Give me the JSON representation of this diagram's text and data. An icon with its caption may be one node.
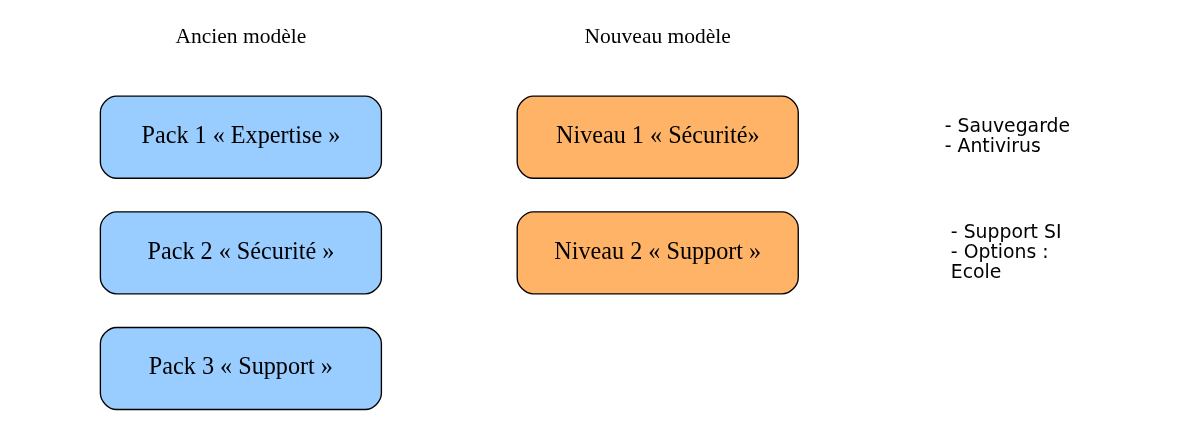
{
  "diagram": {
    "nodes": [
      {
        "text": [
          "Pack 1 « Expertise »"
        ]
      },
      {
        "text": [
          "Pack 2 « Sécurité »"
        ]
      },
      {
        "text": [
          "Pack 3 « Support »"
        ]
      },
      {
        "text": [
          "Niveau 1 « Sécurité»"
        ],
        "beside": [
          "- Sauvegarde",
          "- Antivirus"
        ]
      },
      {
        "text": [
          "Niveau 2 « Support »"
        ],
        "beside": [
          "- Support SI",
          "- Options :",
          "Ecole"
        ]
      }
    ],
    "labels": [
      "Ancien modèle",
      "Nouveau modèle"
    ]
  }
}
